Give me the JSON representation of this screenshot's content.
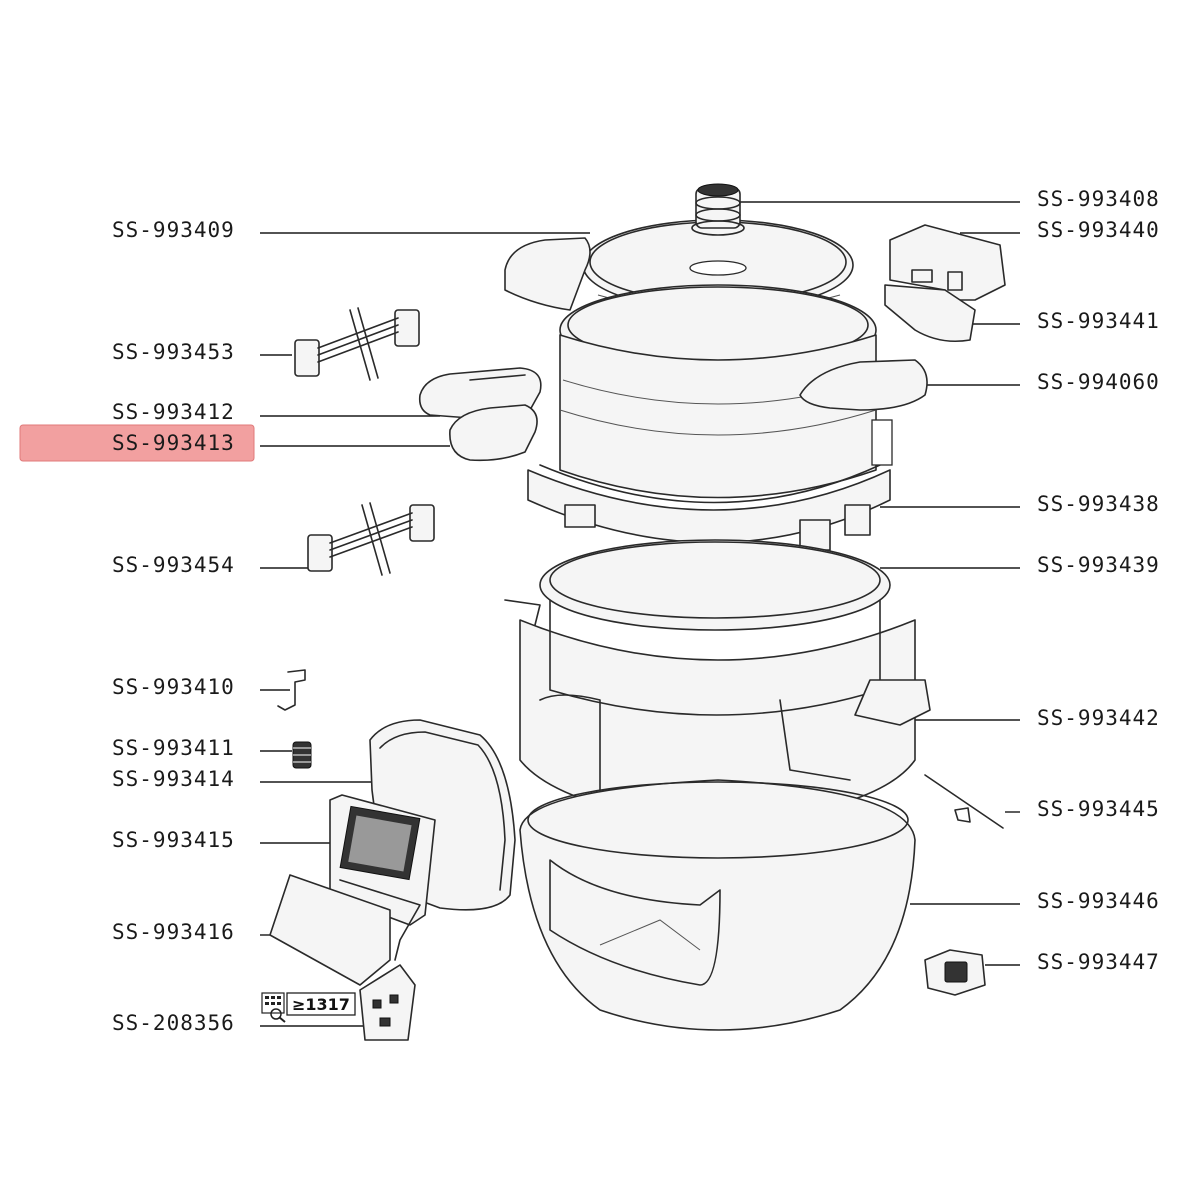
{
  "highlight_color": "#f2a0a0",
  "selected_part": "SS-993413",
  "labels": {
    "ss993409": "SS-993409",
    "ss993453": "SS-993453",
    "ss993412": "SS-993412",
    "ss993413": "SS-993413",
    "ss993454": "SS-993454",
    "ss993410": "SS-993410",
    "ss993411": "SS-993411",
    "ss993414": "SS-993414",
    "ss993415": "SS-993415",
    "ss993416": "SS-993416",
    "ss208356": "SS-208356",
    "ss993408": "SS-993408",
    "ss993440": "SS-993440",
    "ss993441": "SS-993441",
    "ss994060": "SS-994060",
    "ss993438": "SS-993438",
    "ss993439": "SS-993439",
    "ss993442": "SS-993442",
    "ss993445": "SS-993445",
    "ss993446": "SS-993446",
    "ss993447": "SS-993447"
  },
  "version_badge": "≥1317",
  "icons": {
    "version_badge_icon": "calculator-icon"
  }
}
